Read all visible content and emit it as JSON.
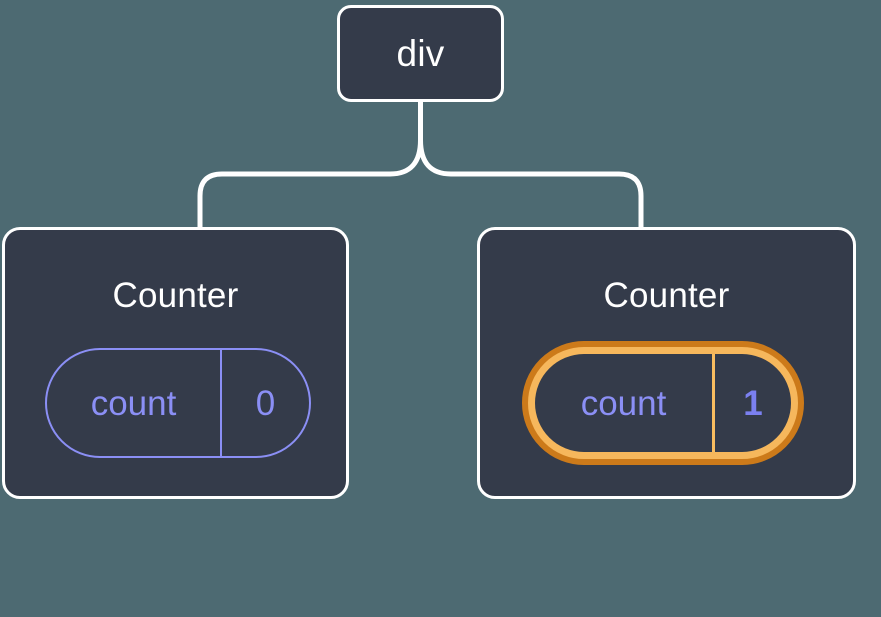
{
  "diagram": {
    "type": "component-tree",
    "background_color": "#4d6a72",
    "node_fill": "#343b4a",
    "node_stroke": "#ffffff",
    "edge_color": "#ffffff",
    "accent_periwinkle": "#8b8ff5",
    "accent_value": "#7b80f0",
    "highlight_outer": "#cc7a1a",
    "highlight_inner": "#f6b75c",
    "sparkle_color": "#f9bd60"
  },
  "root": {
    "label": "div"
  },
  "children": [
    {
      "title": "Counter",
      "state": {
        "key": "count",
        "value": "0"
      },
      "highlighted": false
    },
    {
      "title": "Counter",
      "state": {
        "key": "count",
        "value": "1"
      },
      "highlighted": true
    }
  ]
}
